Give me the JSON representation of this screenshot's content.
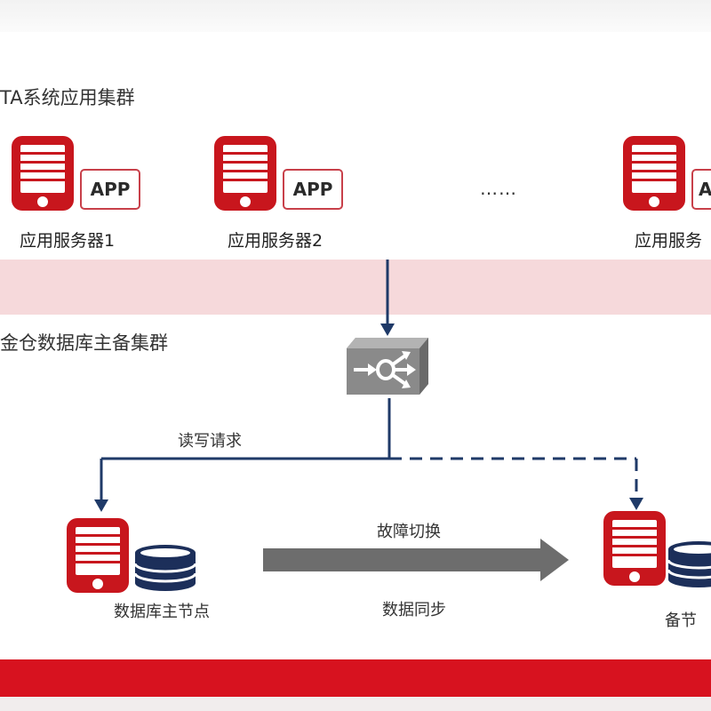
{
  "app_cluster": {
    "title": "TA系统应用集群",
    "servers": [
      {
        "label": "应用服务器1",
        "app": "APP"
      },
      {
        "label": "应用服务器2",
        "app": "APP"
      },
      {
        "label": "应用服务",
        "app": "A"
      }
    ],
    "ellipsis": "……"
  },
  "db_cluster": {
    "title": "金仓数据库主备集群",
    "request_label": "读写请求",
    "primary_label": "数据库主节点",
    "standby_label": "备节",
    "failover_label": "故障切换",
    "sync_label": "数据同步"
  },
  "colors": {
    "server_red": "#c8161d",
    "arrow_navy": "#1f3a68",
    "band_pink": "#f6d9db",
    "footer_red": "#d7121f",
    "switch_gray": "#8a8a8a",
    "big_arrow_gray": "#6d6d6d",
    "disk_navy": "#1c2f5a"
  },
  "icons": [
    "server-icon",
    "load-balancer-icon",
    "database-disk-icon"
  ]
}
